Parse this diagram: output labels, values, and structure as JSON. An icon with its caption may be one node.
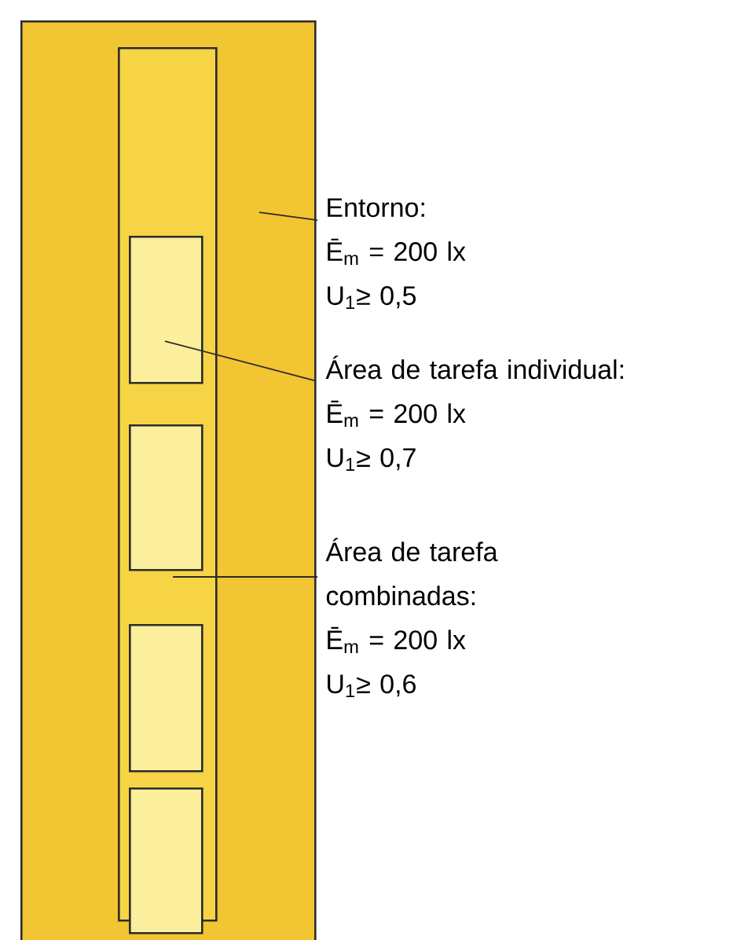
{
  "diagram": {
    "nodes": [
      {
        "text": [],
        "shape": "box"
      },
      {
        "text": [],
        "shape": "box",
        "in": 0
      },
      {
        "text": [],
        "shape": "box",
        "in": 1
      },
      {
        "text": [],
        "shape": "box",
        "in": 1
      },
      {
        "text": [],
        "shape": "box",
        "in": 1
      },
      {
        "text": [],
        "shape": "box",
        "in": 1
      },
      {
        "text": [
          "Entorno:",
          "Ē$_{m}$ = 200 lx",
          "U$_{1}$≥ 0,5"
        ]
      },
      {
        "text": [
          "Área de tarefa individual:",
          "Ē$_{m}$ = 200 lx",
          "U$_{1}$≥ 0,7"
        ]
      },
      {
        "text": [
          "Área de tarefa combinadas:",
          "Ē$_{m}$ = 200 lx",
          "U$_{1}$≥ 0,6"
        ]
      }
    ],
    "edges": [
      {
        "from": 6,
        "to": 0,
        "arrow": "none"
      },
      {
        "from": 7,
        "to": 2,
        "arrow": "none"
      },
      {
        "from": 8,
        "to": 1,
        "arrow": "none"
      }
    ]
  }
}
